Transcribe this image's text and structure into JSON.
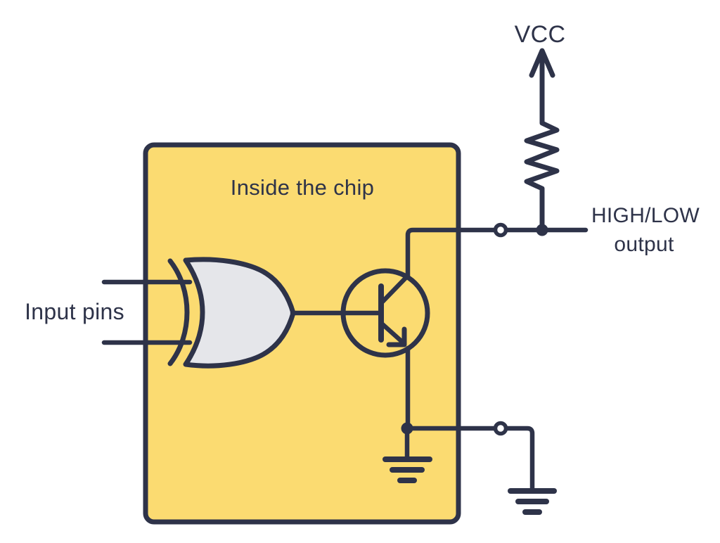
{
  "diagram": {
    "title": "Inside the chip",
    "input_label": "Input pins",
    "vcc_label": "VCC",
    "output_label_line1": "HIGH/LOW",
    "output_label_line2": "output",
    "colors": {
      "background": "#ffffff",
      "chip_fill": "#fbdb71",
      "outline": "#2e3349",
      "gate_fill": "#e5e6ea"
    },
    "components": [
      "chip-body",
      "xor-gate",
      "npn-transistor",
      "pull-up-resistor",
      "vcc-supply-arrow",
      "chip-output-pin",
      "chip-ground-pin",
      "ground-symbol-internal",
      "ground-symbol-external"
    ]
  }
}
